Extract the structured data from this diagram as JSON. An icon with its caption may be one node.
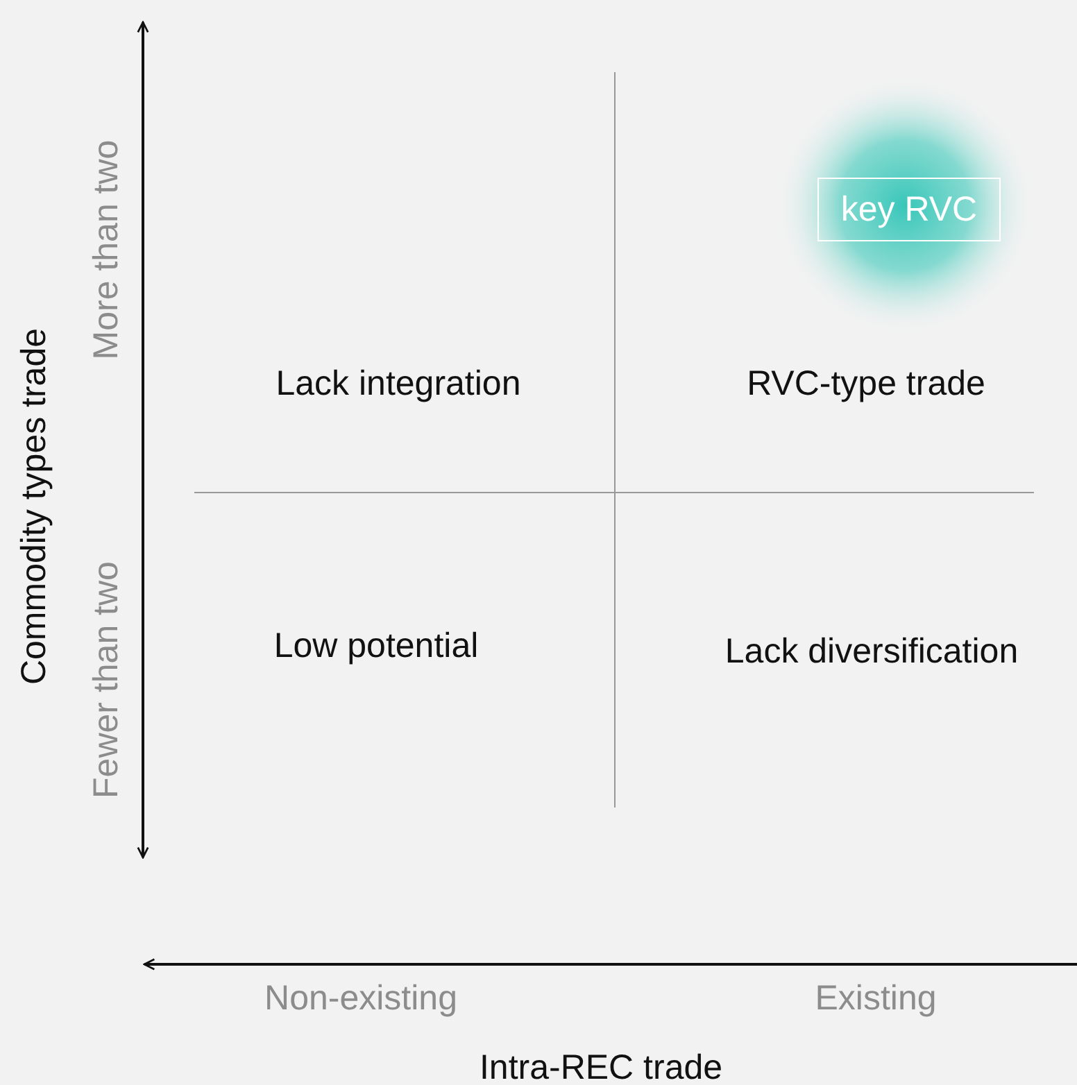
{
  "diagram": {
    "nodes": [
      {
        "text": [
          "key RVC"
        ]
      }
    ],
    "labels": [
      "More than two",
      "Commodity types trade",
      "Lack integration",
      "RVC-type trade",
      "Fewer than two",
      "Low potential",
      "Lack diversification",
      "Non-existing",
      "Existing",
      "Intra-REC trade"
    ]
  }
}
